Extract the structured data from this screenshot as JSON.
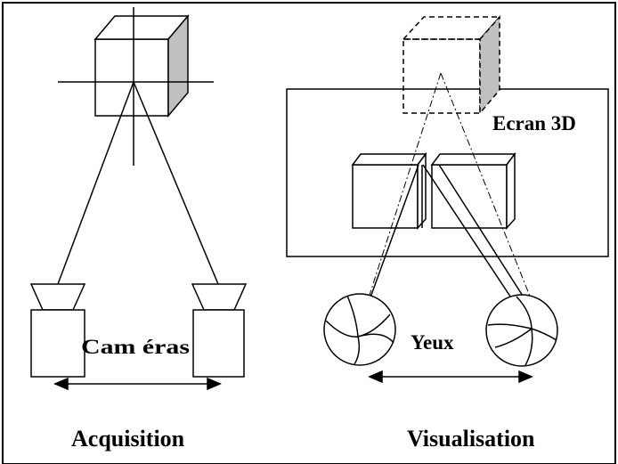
{
  "labels": {
    "screen": "Ecran 3D",
    "cameras": "Cam éras",
    "eyes": "Yeux",
    "acquisition": "Acquisition",
    "visualisation": "Visualisation"
  },
  "colors": {
    "stroke": "#000000",
    "shade": "#c0c0c0",
    "background": "#ffffff"
  }
}
